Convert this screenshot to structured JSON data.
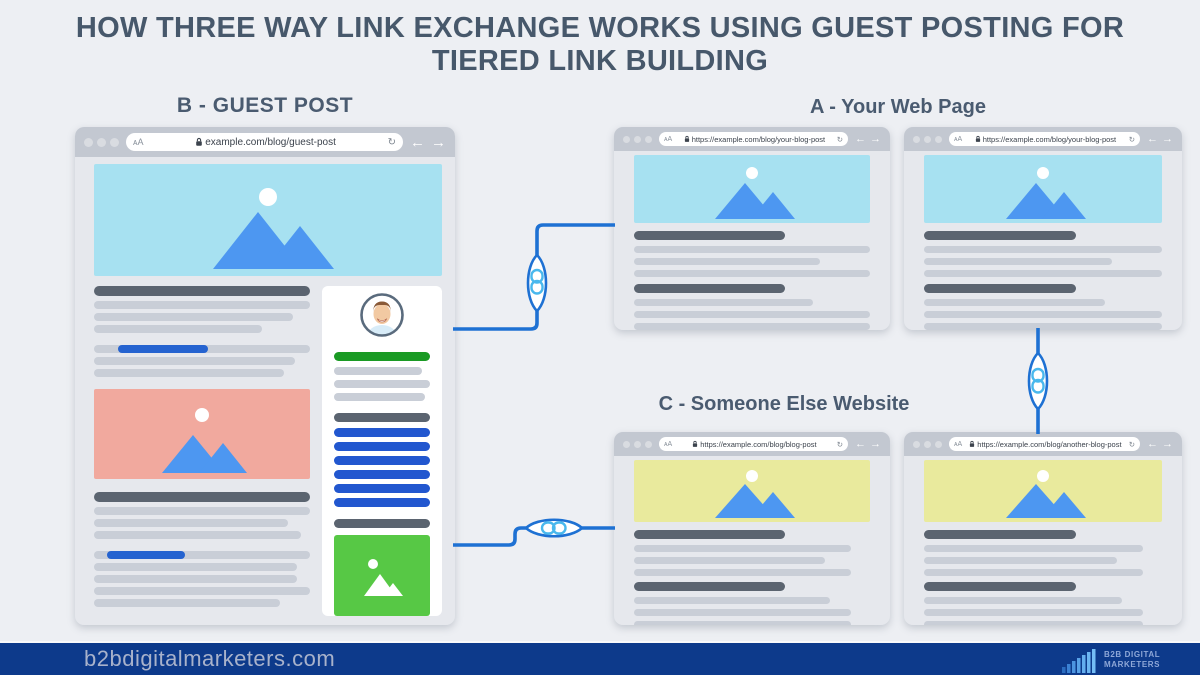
{
  "title": {
    "line1": "HOW THREE WAY LINK EXCHANGE WORKS USING GUEST POSTING FOR",
    "line2": "TIERED LINK BUILDING"
  },
  "sections": {
    "b": {
      "label": "B - GUEST POST"
    },
    "a": {
      "label": "A - Your Web Page"
    },
    "c": {
      "label": "C - Someone Else Website"
    }
  },
  "icons": {
    "text_size": "ᴀA",
    "refresh": "↻",
    "back": "←",
    "forward": "→",
    "link": "chain-link"
  },
  "browsers": {
    "guest_post": {
      "url": "example.com/blog/guest-post"
    },
    "your_page_left": {
      "url": "https://example.com/blog/your-blog-post"
    },
    "your_page_right": {
      "url": "https://example.com/blog/your-blog-post"
    },
    "someone_else_left": {
      "url": "https://example.com/blog/blog-post"
    },
    "someone_else_right": {
      "url": "https://example.com/blog/another-blog-post"
    }
  },
  "footer": {
    "website": "b2bdigitalmarketers.com",
    "logo_line1": "B2B DIGITAL",
    "logo_line2": "MARKETERS"
  },
  "colors": {
    "connector_blue": "#1e71d3",
    "chain_blue": "#49b8ed",
    "hero_cyan": "#a7e1f1",
    "hero_pink": "#f1a99e",
    "hero_yellow": "#e9ea9d",
    "mountain_blue": "#4d97f1",
    "sidebar_green_bar": "#1a9a24",
    "sidebar_green_box": "#57c845",
    "link_line_blue": "#2563d0",
    "heading_bar_dark": "#5b6470",
    "text_bar_gray": "#c9ced7",
    "footer_navy": "#0d3a8b",
    "title_text": "#47586b"
  }
}
